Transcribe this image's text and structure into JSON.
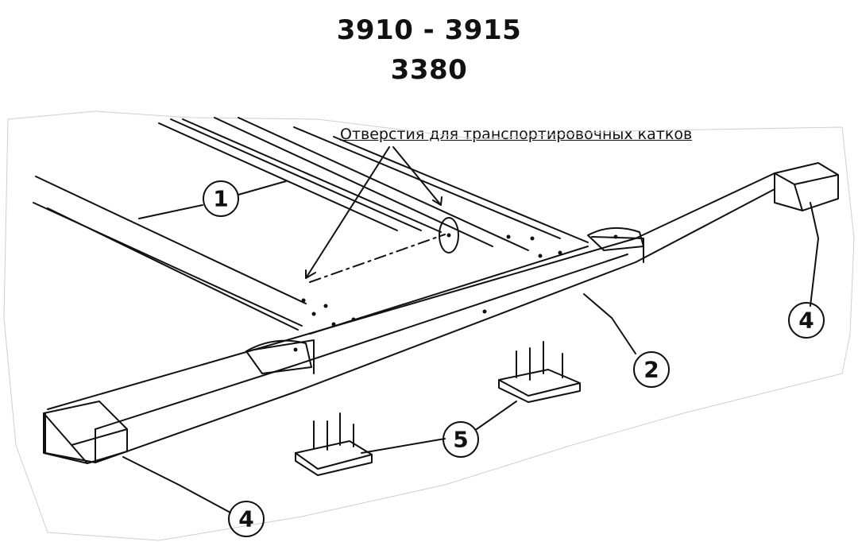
{
  "title": {
    "line1": "3910 - 3915",
    "line2": "3380"
  },
  "annotation": "Отверстия для транспортировочных катков",
  "callouts": [
    "1",
    "2",
    "4",
    "4",
    "5"
  ]
}
